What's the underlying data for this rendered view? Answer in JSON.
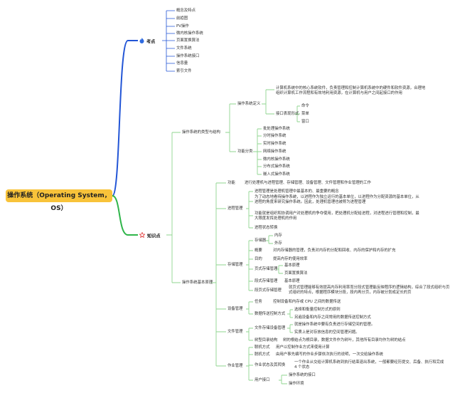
{
  "root": "操作系统（Operating System，OS）",
  "kaodian": {
    "label": "考点",
    "items": [
      "概念及特点",
      "前趋图",
      "PV操作",
      "微内核操作系统",
      "页面置换算法",
      "文件系统",
      "操作系统接口",
      "信息量",
      "索引文件"
    ]
  },
  "zhishi": {
    "label": "知识点",
    "types": {
      "label": "操作系统的类型与结构",
      "def": {
        "label": "操作系统定义",
        "text": "计算机系统中的核心系统软件，负责管理和控制计算机系统中的硬件和软件资源，合理地组织计算机工作流程和有效地利用资源，在计算机与用户之间起接口的作用",
        "iface": {
          "label": "接口表现形式",
          "items": [
            "命令",
            "菜单",
            "窗口"
          ]
        }
      },
      "func": {
        "label": "功能分类",
        "items": [
          "批处理操作系统",
          "分时操作系统",
          "实时操作系统",
          "网络操作系统",
          "微内核操作系统",
          "分布式操作系统",
          "嵌入式操作系统"
        ]
      }
    },
    "basic": {
      "label": "操作系统基本原理",
      "gn": {
        "label": "功能",
        "text": "进行处理机与进程管理、存储管理、设备管理、文件管理和作业管理的工作"
      },
      "proc": {
        "label": "进程管理",
        "t1": "进程管理是处理机管理中最基本的、最重要的概念",
        "t2": "为了动态地看待操作系统，以进程作为独立运行的基本单位，以进程作为分配资源的基本单位，从进程的角度来研究操作系统。因此，处理机管理也被称为进程管理",
        "t3": "功能就是组织和协调用户对处理机的争夺使用，把处理机分配给进程，对进程进行管理和控制，最大限度发挥处理机的作用",
        "t4": "进程状态转换"
      },
      "mem": {
        "label": "存储管理",
        "dev": {
          "label": "存储器",
          "items": [
            "内存",
            "外存"
          ]
        },
        "gai": {
          "label": "概要",
          "text": "对内存储器的管理，负责对内存的分配和回收、内存的保护和内存的扩充"
        },
        "mu": {
          "label": "目的",
          "text": "提高内存的使用效率"
        },
        "pg": {
          "label": "页式存储管理",
          "items": [
            "基本原理",
            "页面置换算法"
          ]
        },
        "sg": {
          "label": "段式存储管理",
          "text": "基本原理"
        },
        "sp": {
          "label": "段页式存储管理",
          "text": "就页式管理能够有效提高内存利用率而分段式管理能反映程序的逻辑结构，综合了段式组织与页式组织的特点，根据程序模块分段，段内再分页，内存被分划成定长的页"
        }
      },
      "device": {
        "label": "设备管理",
        "task": {
          "label": "任务",
          "text": "控制设备和内存或 CPU 之间的数据传送"
        },
        "xfer": {
          "label": "数据传送控制方式",
          "items": [
            "选择和衡量控制方式的原则",
            "另遍设备和内存之间常用的数据传送控制方式"
          ]
        }
      },
      "file": {
        "label": "文件管理",
        "fsm": {
          "label": "文件存储设备管理",
          "items": [
            "就是操作系统中要有负责进行存储空间的管理。",
            "实质上是对存放信息的空间管理问题。"
          ]
        },
        "dir": {
          "label": "树型目录结构",
          "text": "树的根结点为根目录，数据文件作为树叶，其他所有目录均作为树的结点"
        }
      },
      "job": {
        "label": "作业管理",
        "j1": {
          "label": "联机方式",
          "text": "用户以控制作业方式来使用计算"
        },
        "j2": {
          "label": "脱机方式",
          "text": "由用户事先编写的作业步骤依次执行的说明，一次交给操作系统"
        },
        "j3": {
          "label": "作业状态及其转换",
          "text": "一个作业从交给计算机系统到执行结束退出系统，一般都要经历提交、后备、执行和完成 4 个状态"
        },
        "j4": {
          "label": "用户接口",
          "items": [
            "操作系统的接口",
            "操作环境"
          ]
        }
      }
    }
  },
  "colors": {
    "root_fill": "#f8c33a",
    "kaodian_line": "#2255d6",
    "zhishi_line": "#2fb54a",
    "sub_line": "#a8e2a8",
    "icon_blue": "#2f6be0",
    "icon_red": "#e23b3b"
  }
}
